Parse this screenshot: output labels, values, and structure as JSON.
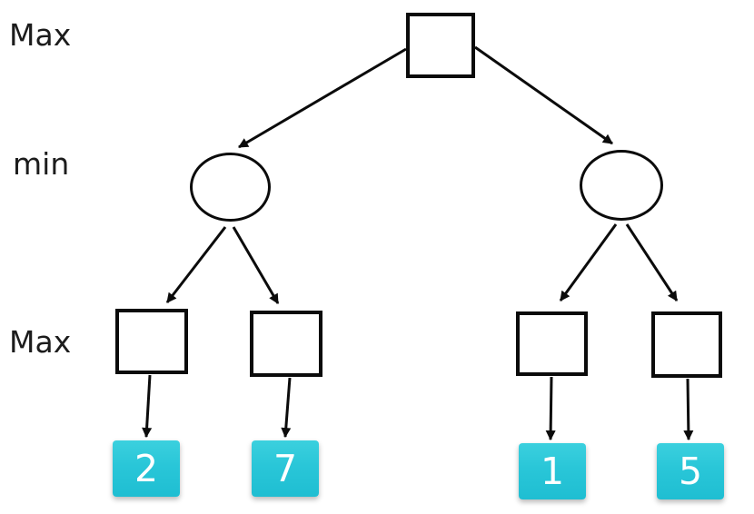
{
  "labels": {
    "row1": "Max",
    "row2": "min",
    "row3": "Max"
  },
  "tree": {
    "type": "minimax-game-tree",
    "root": {
      "shape": "square",
      "role": "max"
    },
    "level2": [
      {
        "shape": "circle",
        "role": "min"
      },
      {
        "shape": "circle",
        "role": "min"
      }
    ],
    "level3": [
      {
        "shape": "square",
        "role": "max"
      },
      {
        "shape": "square",
        "role": "max"
      },
      {
        "shape": "square",
        "role": "max"
      },
      {
        "shape": "square",
        "role": "max"
      }
    ],
    "leaves": [
      {
        "value": "2"
      },
      {
        "value": "7"
      },
      {
        "value": "1"
      },
      {
        "value": "5"
      }
    ]
  },
  "colors": {
    "background": "#ffffff",
    "stroke": "#0b0b0b",
    "label_text": "#1c1c1c",
    "leaf_fill_top": "#3bd0de",
    "leaf_fill_bottom": "#1fbed2",
    "leaf_text": "#ffffff"
  }
}
